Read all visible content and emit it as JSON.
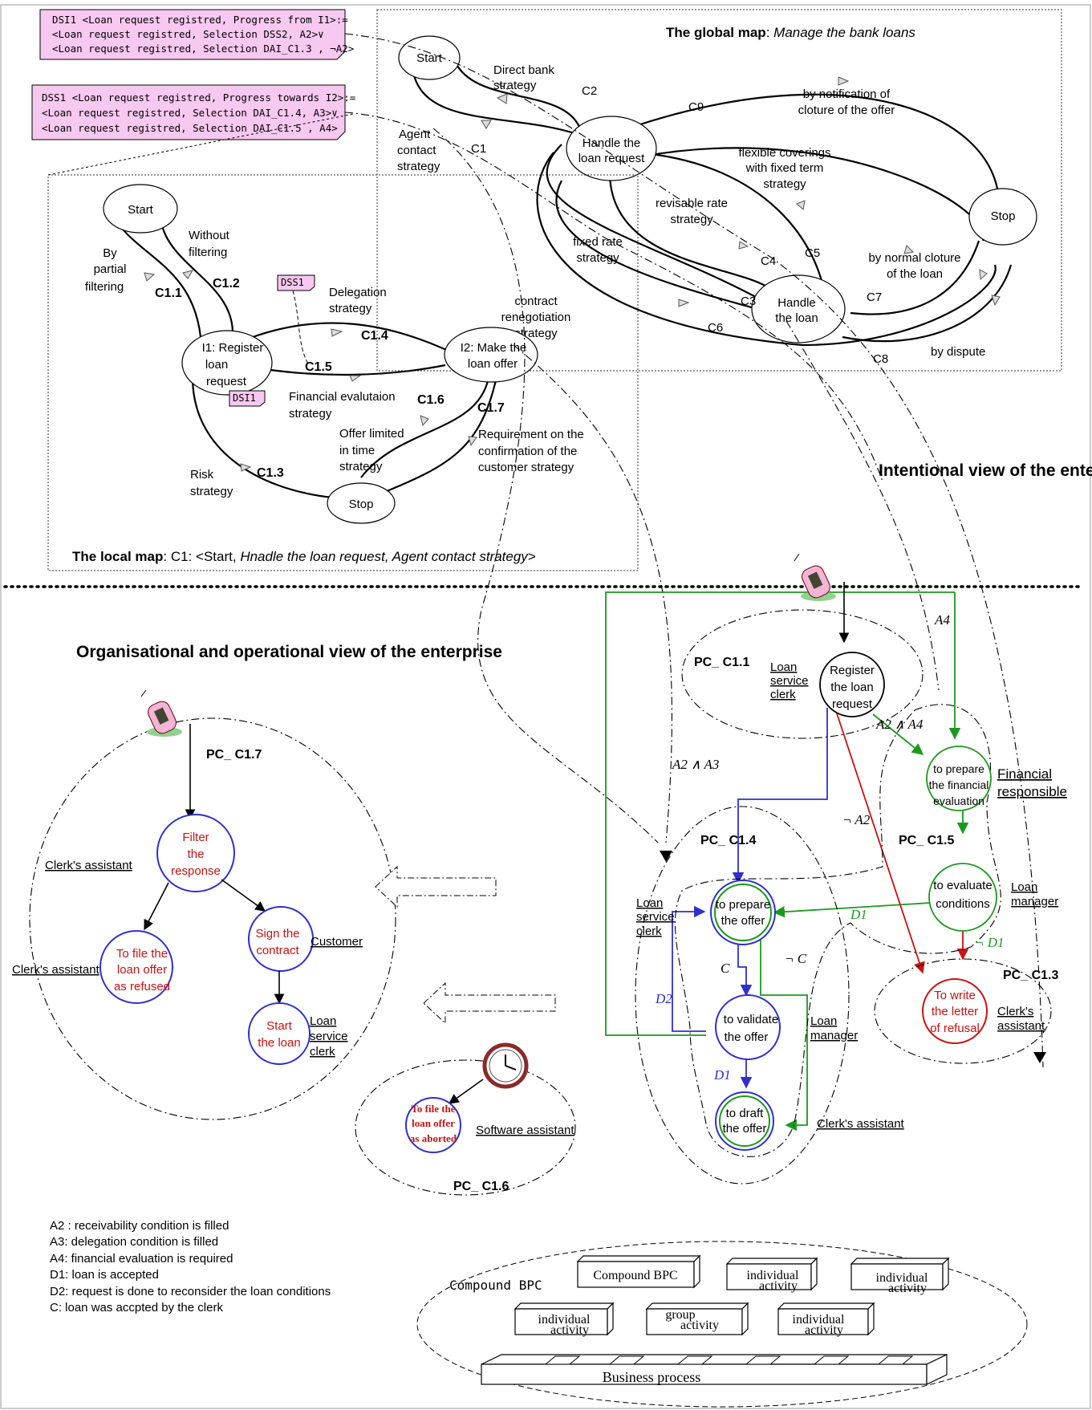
{
  "colors": {
    "blue": "#2f2fd0",
    "green": "#1a9a1a",
    "red": "#cc1111",
    "pink": "#f7c8f0",
    "black": "#000000"
  },
  "dss_boxes": {
    "dsi1": {
      "line1": "DSI1 <Loan request registred, Progress from I1>:=",
      "line2": "<Loan request registred, Selection DSS2, A2>∨",
      "line3": "<Loan request registred, Selection DAI_C1.3 , ¬A2>"
    },
    "dss1": {
      "line1": "DSS1 <Loan request registred, Progress towards I2>:=",
      "line2": "<Loan request registred, Selection DAI_C1.4, A3>∨",
      "line3": "<Loan request registred, Selection DAI_C1.5 , A4>"
    },
    "tag_dss1": "DSS1",
    "tag_dsi1": "DSI1"
  },
  "global_map": {
    "title_bold": "The global map",
    "title_colon": ":",
    "title_italic": "Manage the bank loans",
    "start": "Start",
    "handle_request": {
      "l1": "Handle the",
      "l2": "loan request"
    },
    "handle_loan": {
      "l1": "Handle",
      "l2": "the loan"
    },
    "stop": "Stop",
    "direct_bank": {
      "l1": "Direct bank",
      "l2": "strategy"
    },
    "agent_contact": {
      "l1": "Agent",
      "l2": "contact",
      "l3": "strategy"
    },
    "c1": "C1",
    "c2": "C2",
    "c3": "C3",
    "c4": "C4",
    "c5": "C5",
    "c6": "C6",
    "c7": "C7",
    "c8": "C8",
    "c9": "C9",
    "notification": {
      "l1": "by notification of",
      "l2": "cloture of the offer"
    },
    "flexible": {
      "l1": "flexible coverings",
      "l2": "with fixed term",
      "l3": "strategy"
    },
    "revisable": {
      "l1": "revisable rate",
      "l2": "strategy"
    },
    "fixed_rate": {
      "l1": "fixed rate",
      "l2": "strategy"
    },
    "contract_reneg": {
      "l1": "contract",
      "l2": "renegotiation",
      "l3": "strategy"
    },
    "normal_cloture": {
      "l1": "by normal cloture",
      "l2": "of the loan"
    },
    "dispute": "by dispute"
  },
  "local_map": {
    "start": "Start",
    "stop": "Stop",
    "i1": {
      "l1": "I1: Register",
      "l2": "loan",
      "l3": "request"
    },
    "i2": {
      "l1": "I2: Make the",
      "l2": "loan offer"
    },
    "by_partial": {
      "l1": "By",
      "l2": "partial",
      "l3": "filtering"
    },
    "without_filtering": {
      "l1": "Without",
      "l2": "filtering"
    },
    "c11": "C1.1",
    "c12": "C1.2",
    "c13": "C1.3",
    "c14": "C1.4",
    "c15": "C1.5",
    "c16": "C1.6",
    "c17": "C1.7",
    "delegation": {
      "l1": "Delegation",
      "l2": "strategy"
    },
    "financial_eval": {
      "l1": "Financial evalutaion",
      "l2": "strategy"
    },
    "offer_limited": {
      "l1": "Offer limited",
      "l2": "in time",
      "l3": "strategy"
    },
    "requirement": {
      "l1": "Requirement on the",
      "l2": "confirmation of the",
      "l3": "customer strategy"
    },
    "risk": {
      "l1": "Risk",
      "l2": "strategy"
    },
    "footer_bold": "The local map",
    "footer_colon": ":",
    "footer_pre": "C1: <Start,",
    "footer_italic": "Hnadle the loan request, Agent contact strategy",
    "footer_post": ">"
  },
  "intentional_view_title": "Intentional view of the enterprise",
  "org_view_title": "Organisational and operational view of the enterprise",
  "pc17": {
    "label": "PC_ C1.7",
    "filter": {
      "l1": "Filter",
      "l2": "the",
      "l3": "response"
    },
    "file_refused": {
      "l1": "To file the",
      "l2": "loan offer",
      "l3": "as refused"
    },
    "sign": {
      "l1": "Sign the",
      "l2": "contract"
    },
    "start_loan": {
      "l1": "Start",
      "l2": "the loan"
    },
    "clerks_assistant": "Clerk's assistant",
    "customer": "Customer",
    "loan_service_clerk": {
      "l1": "Loan",
      "l2": "service",
      "l3": "clerk"
    }
  },
  "pc16": {
    "label": "PC_ C1.6",
    "file_aborted": {
      "l1": "To file the",
      "l2": "loan offer",
      "l3": "as aborted"
    },
    "software_assistant": "Software assistant"
  },
  "pc11": {
    "label": "PC_ C1.1",
    "loan_service_clerk": {
      "l1": "Loan",
      "l2": "service",
      "l3": "clerk"
    },
    "register": {
      "l1": "Register",
      "l2": "the loan",
      "l3": "request"
    }
  },
  "pc14": {
    "label": "PC_ C1.4",
    "loan_service_clerk": {
      "l1": "Loan",
      "l2": "service",
      "l3": "clerk"
    },
    "prepare_offer": {
      "l1": "to prepare",
      "l2": "the offer"
    },
    "validate_offer": {
      "l1": "to validate",
      "l2": "the offer"
    },
    "draft_offer": {
      "l1": "to draft",
      "l2": "the offer"
    },
    "loan_manager": {
      "l1": "Loan",
      "l2": "manager"
    },
    "clerks_assistant": "Clerk's assistant"
  },
  "pc15": {
    "label": "PC_ C1.5",
    "prepare_fin": {
      "l1": "to prepare",
      "l2": "the financial",
      "l3": "evaluation"
    },
    "financial_responsible": {
      "l1": "Financial",
      "l2": "responsible"
    },
    "evaluate": {
      "l1": "to evaluate",
      "l2": "conditions"
    },
    "loan_manager": {
      "l1": "Loan",
      "l2": "manager"
    }
  },
  "pc13": {
    "label": "PC_ C1.3",
    "write_refusal": {
      "l1": "To write",
      "l2": "the letter",
      "l3": "of refusal"
    },
    "clerks_assistant": {
      "l1": "Clerk's",
      "l2": "assistant"
    }
  },
  "conditions": {
    "a4": "A4",
    "a2_and_a4": "A2 ∧ A4",
    "a2_and_a3": "A2 ∧ A3",
    "not_a2": "¬ A2",
    "d1": "D1",
    "not_d1": "¬ D1",
    "not_c": "¬ C",
    "c": "C",
    "d2": "D2"
  },
  "legend": [
    "A2 : receivability condition is filled",
    "A3: delegation condition is filled",
    "A4: financial evaluation is required",
    "D1: loan is accepted",
    "D2: request is done to reconsider the loan conditions",
    "C: loan was accpted by the clerk"
  ],
  "bpc_legend": {
    "compound_label": "Compound BPC",
    "compound_box": "Compound BPC",
    "individual_activity": {
      "l1": "individual",
      "l2": "activity"
    },
    "group_activity": {
      "l1": "group",
      "l2": "activity"
    },
    "business_process": "Business process"
  }
}
